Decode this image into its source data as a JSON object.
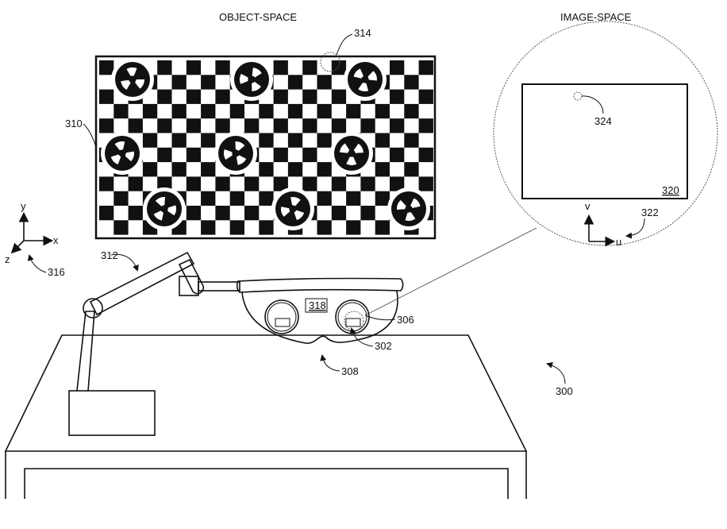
{
  "headings": {
    "object_space": "OBJECT-SPACE",
    "image_space": "IMAGE-SPACE"
  },
  "refs": {
    "r300": "300",
    "r302": "302",
    "r306": "306",
    "r308": "308",
    "r310": "310",
    "r312": "312",
    "r314": "314",
    "r316": "316",
    "r318": "318",
    "r320": "320",
    "r322": "322",
    "r324": "324"
  },
  "axes": {
    "world": {
      "x": "x",
      "y": "y",
      "z": "z"
    },
    "image": {
      "u": "u",
      "v": "v"
    }
  }
}
